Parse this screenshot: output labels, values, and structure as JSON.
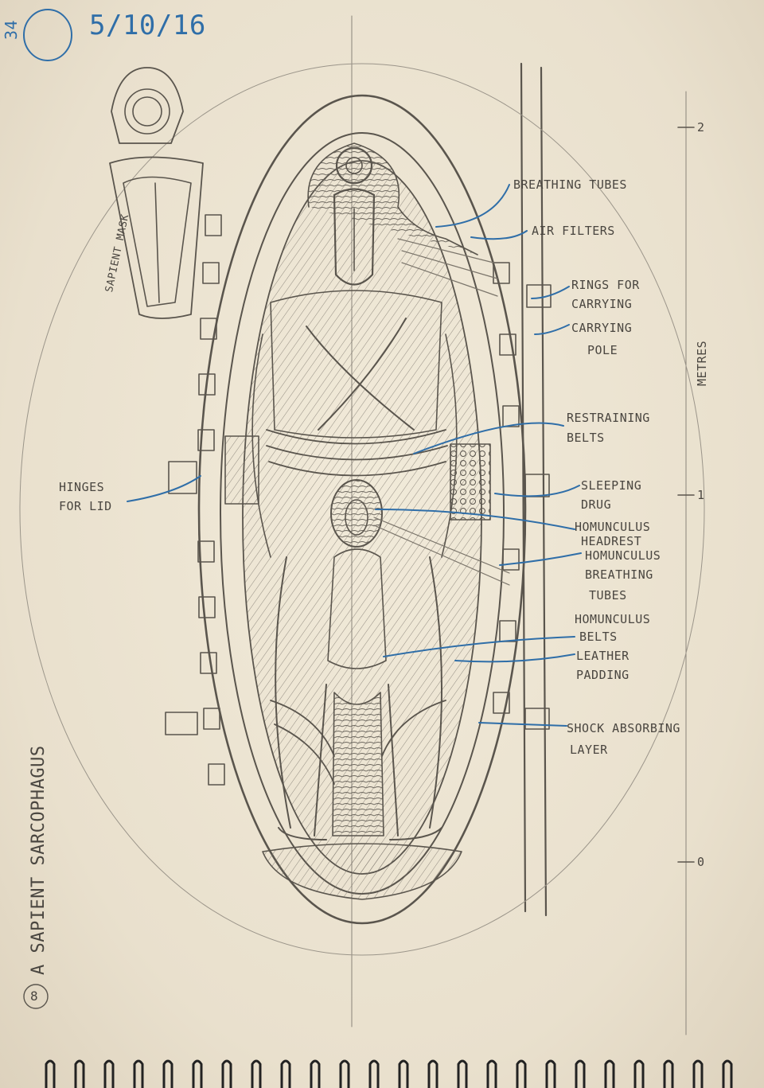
{
  "header": {
    "page_number": "34",
    "date": "5/10/16"
  },
  "title": "A SAPIENT SARCOPHAGUS",
  "title_index": "8",
  "mask_label": "SAPIENT MASK",
  "scale": {
    "unit_label": "METRES",
    "ticks": [
      "2",
      "1",
      "0"
    ]
  },
  "annotations": {
    "breathing_tubes": "BREATHING TUBES",
    "air_filters": "AIR FILTERS",
    "rings_for_carrying_1": "RINGS FOR",
    "rings_for_carrying_2": "CARRYING",
    "carrying_pole_1": "CARRYING",
    "carrying_pole_2": "POLE",
    "restraining_belts_1": "RESTRAINING",
    "restraining_belts_2": "BELTS",
    "hinges_for_lid_1": "HINGES",
    "hinges_for_lid_2": "FOR LID",
    "sleeping_drug_1": "SLEEPING",
    "sleeping_drug_2": "DRUG",
    "homunculus_headrest_1": "HOMUNCULUS",
    "homunculus_headrest_2": "HEADREST",
    "homunculus_breathing_tubes_1": "HOMUNCULUS",
    "homunculus_breathing_tubes_2": "BREATHING",
    "homunculus_breathing_tubes_3": "TUBES",
    "homunculus_belts_1": "HOMUNCULUS",
    "homunculus_belts_2": "BELTS",
    "leather_padding_1": "LEATHER",
    "leather_padding_2": "PADDING",
    "shock_absorbing_layer_1": "SHOCK ABSORBING",
    "shock_absorbing_layer_2": "LAYER"
  },
  "colors": {
    "paper": "#ece4d6",
    "pencil": "#4a4640",
    "ink_blue": "#2f6ea8"
  }
}
